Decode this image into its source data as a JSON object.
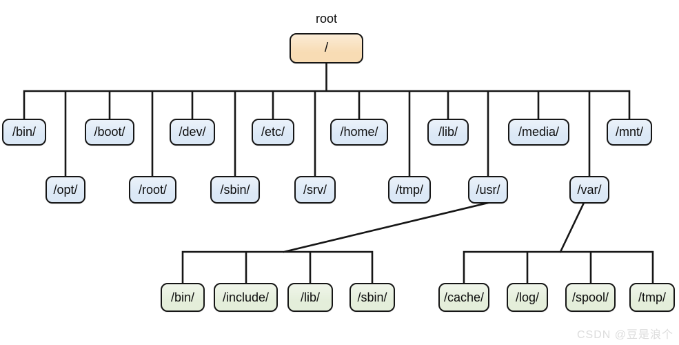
{
  "diagram": {
    "caption": "root",
    "root": {
      "label": "/"
    },
    "level1": [
      {
        "id": "bin",
        "label": "/bin/"
      },
      {
        "id": "boot",
        "label": "/boot/"
      },
      {
        "id": "dev",
        "label": "/dev/"
      },
      {
        "id": "etc",
        "label": "/etc/"
      },
      {
        "id": "home",
        "label": "/home/"
      },
      {
        "id": "lib",
        "label": "/lib/"
      },
      {
        "id": "media",
        "label": "/media/"
      },
      {
        "id": "mnt",
        "label": "/mnt/"
      },
      {
        "id": "opt",
        "label": "/opt/"
      },
      {
        "id": "root",
        "label": "/root/"
      },
      {
        "id": "sbin",
        "label": "/sbin/"
      },
      {
        "id": "srv",
        "label": "/srv/"
      },
      {
        "id": "tmp",
        "label": "/tmp/"
      },
      {
        "id": "usr",
        "label": "/usr/"
      },
      {
        "id": "var",
        "label": "/var/"
      }
    ],
    "usr_children": [
      {
        "id": "usr-bin",
        "label": "/bin/"
      },
      {
        "id": "usr-include",
        "label": "/include/"
      },
      {
        "id": "usr-lib",
        "label": "/lib/"
      },
      {
        "id": "usr-sbin",
        "label": "/sbin/"
      }
    ],
    "var_children": [
      {
        "id": "var-cache",
        "label": "/cache/"
      },
      {
        "id": "var-log",
        "label": "/log/"
      },
      {
        "id": "var-spool",
        "label": "/spool/"
      },
      {
        "id": "var-tmp",
        "label": "/tmp/"
      }
    ]
  },
  "colors": {
    "root-fill": "#f8dcb4",
    "dir-fill": "#dbe8f6",
    "leaf-fill": "#e4eeda",
    "line": "#161616",
    "text": "#0d0d0d",
    "watermark": "#dcdcdc"
  },
  "watermark": {
    "text": "CSDN @豆是浪个"
  }
}
